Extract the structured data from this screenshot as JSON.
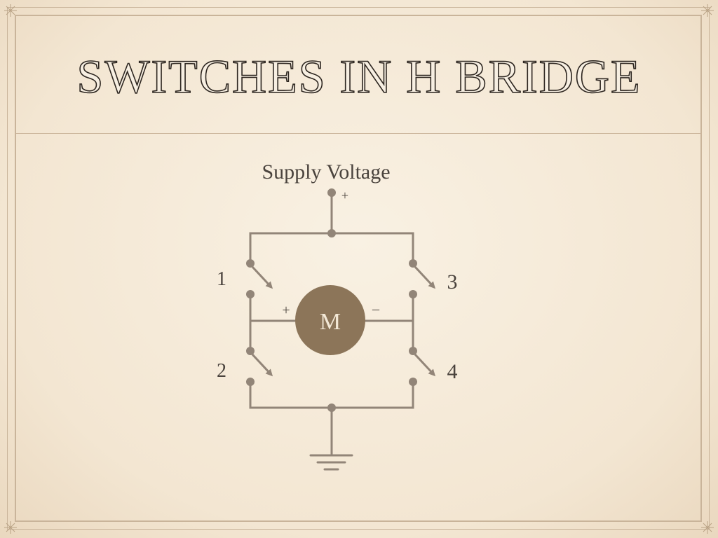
{
  "slide": {
    "title": "SWITCHES IN H BRIDGE"
  },
  "diagram": {
    "supply_label": "Supply Voltage",
    "supply_polarity": "+",
    "motor_label": "M",
    "motor_plus": "+",
    "motor_minus": "–",
    "switches": [
      {
        "id": "1"
      },
      {
        "id": "2"
      },
      {
        "id": "3"
      },
      {
        "id": "4"
      }
    ],
    "colors": {
      "wire": "#928578",
      "motor_fill": "#8c7559",
      "motor_text": "#f3e8d6",
      "text": "#4a433d",
      "border": "#c9b49a"
    }
  }
}
